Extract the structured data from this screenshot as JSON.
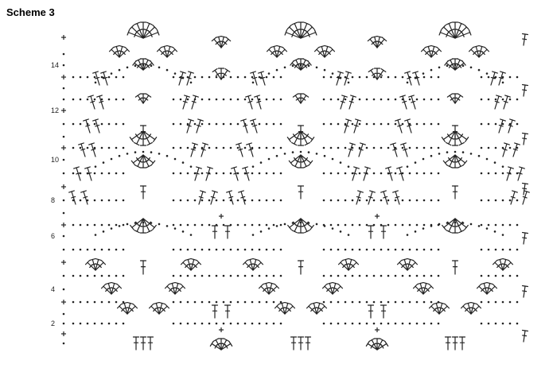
{
  "title": "Scheme 3",
  "row_labels": [
    "2",
    "4",
    "6",
    "8",
    "10",
    "12",
    "14"
  ],
  "symbols": {
    "chain": "dot",
    "double_crochet": "cross-stem",
    "single_crochet": "plus"
  },
  "pattern": {
    "repeats": 3,
    "rows": 15
  }
}
